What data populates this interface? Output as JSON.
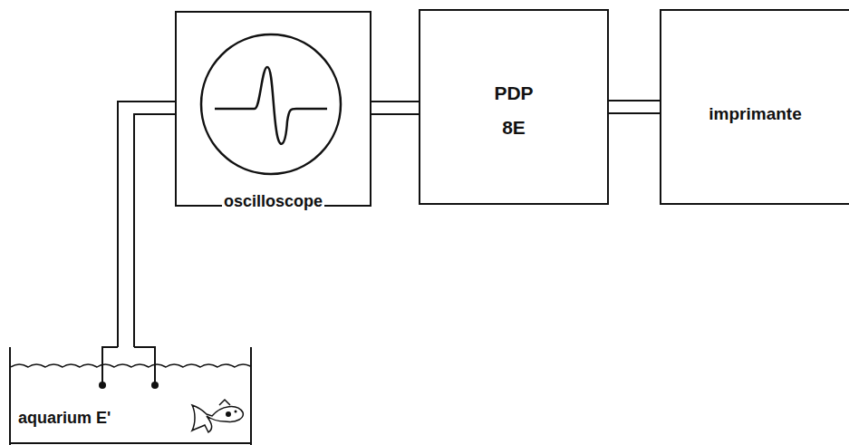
{
  "diagram": {
    "nodes": [
      {
        "text": [
          "oscilloscope"
        ]
      },
      {
        "text": [
          "PDP 8E"
        ]
      },
      {
        "text": [
          "imprimante"
        ]
      },
      {
        "text": [
          "aquarium E'"
        ]
      }
    ],
    "edges": [
      {
        "from": 3,
        "to": 0,
        "arrow": "none"
      },
      {
        "from": 0,
        "to": 1,
        "arrow": "none"
      },
      {
        "from": 1,
        "to": 2,
        "arrow": "none"
      }
    ]
  }
}
